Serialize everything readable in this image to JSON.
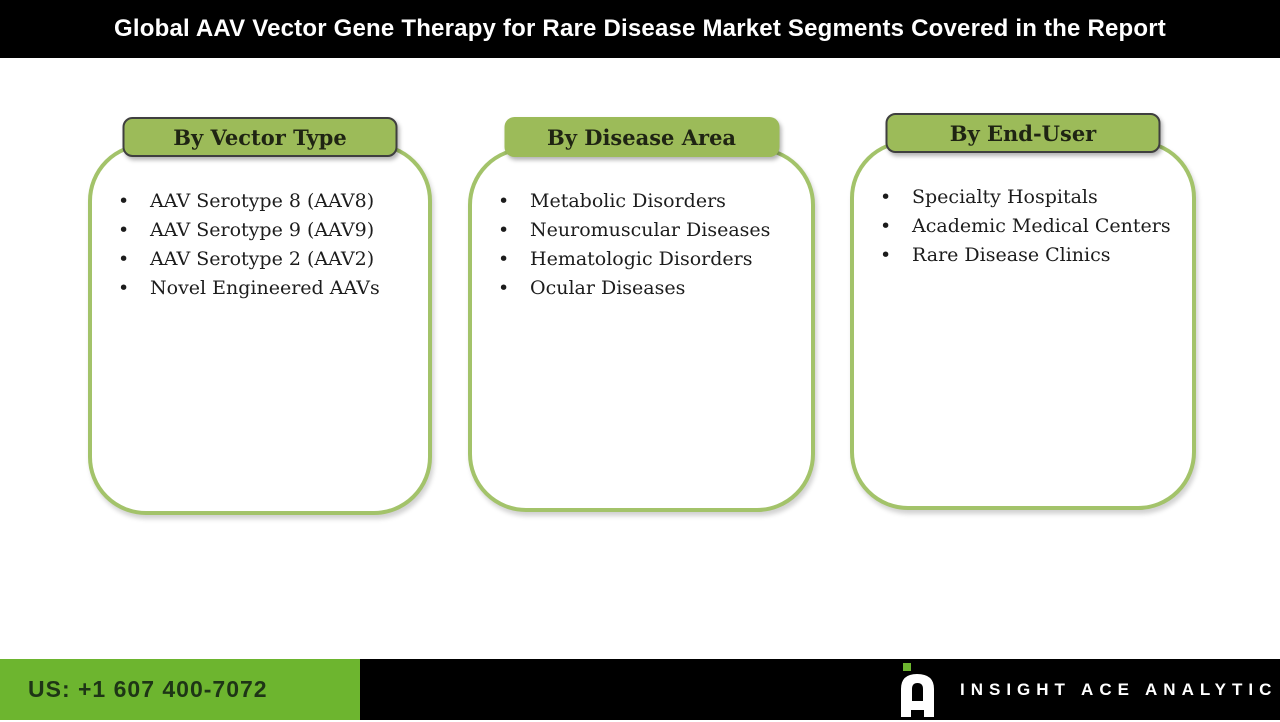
{
  "header": {
    "title": "Global AAV Vector Gene Therapy for Rare Disease Market Segments Covered in the Report"
  },
  "columns": [
    {
      "tab_label": "By Vector Type",
      "items": [
        "AAV Serotype 8 (AAV8)",
        "AAV Serotype 9 (AAV9)",
        "AAV Serotype 2 (AAV2)",
        "Novel Engineered AAVs"
      ]
    },
    {
      "tab_label": "By Disease Area",
      "items": [
        "Metabolic Disorders",
        "Neuromuscular Diseases",
        "Hematologic Disorders",
        "Ocular Diseases"
      ]
    },
    {
      "tab_label": "By End-User",
      "items": [
        "Specialty Hospitals",
        "Academic Medical Centers",
        "Rare Disease Clinics"
      ]
    }
  ],
  "footer": {
    "phone": "US: +1 607 400-7072",
    "brand": "INSIGHT ACE ANALYTIC",
    "logo_icon": "insight-ace-logo"
  },
  "colors": {
    "tab_green": "#9cbb59",
    "box_border_green": "#a3c36a",
    "footer_green": "#6db52f",
    "header_background": "#000000",
    "logo_accent_green": "#6db52f",
    "title_text": "#ffffff",
    "body_text": "#1c1c1c"
  }
}
